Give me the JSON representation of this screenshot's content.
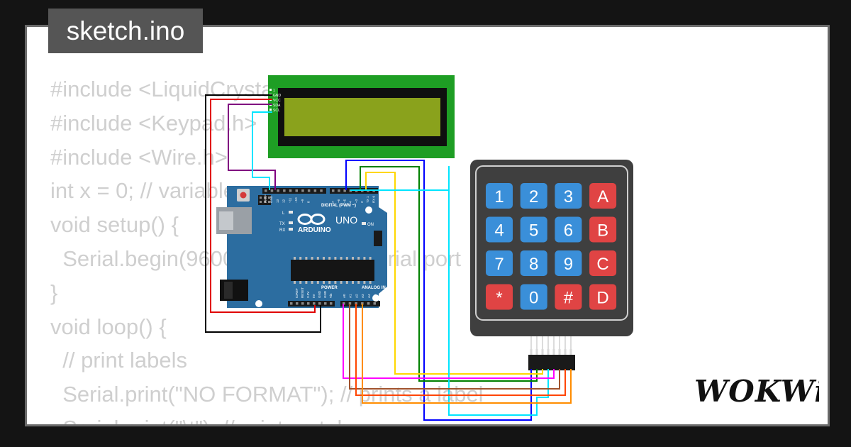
{
  "title": "sketch.ino",
  "code_lines": [
    "#include <LiquidCrystal_I2C.h>",
    "#include <Keypad.h>",
    "#include <Wire.h>",
    "int x = 0; // variable",
    "void setup() {",
    "  Serial.begin(9600); // open the serial port",
    "}",
    "void loop() {",
    "  // print labels",
    "  Serial.print(\"NO FORMAT\"); // prints a label",
    "  Serial.print(\"\\t\"); // prints a tab"
  ],
  "lcd": {
    "pins": [
      "1",
      "GND",
      "VCC",
      "SDA",
      "SCL"
    ]
  },
  "arduino": {
    "brand": "ARDUINO",
    "model": "UNO",
    "digital_label": "DIGITAL (PWM ~)",
    "analog_label": "ANALOG IN",
    "power_label": "POWER",
    "on_label": "ON",
    "l_label": "L",
    "tx_label": "TX",
    "rx_label": "RX",
    "aref_label": "AREF",
    "gnd_label": "GND",
    "digital_pins": [
      "13",
      "12",
      "~11",
      "~10",
      "~9",
      "8",
      "7",
      "~6",
      "~5",
      "4",
      "~3",
      "2",
      "TX 1",
      "RX 0"
    ],
    "power_pins": [
      "IOREF",
      "RESET",
      "3.3V",
      "5V",
      "GND",
      "GND",
      "Vin"
    ],
    "analog_pins": [
      "A0",
      "A1",
      "A2",
      "A3",
      "A4",
      "A5"
    ]
  },
  "keypad": {
    "keys": [
      "1",
      "2",
      "3",
      "A",
      "4",
      "5",
      "6",
      "B",
      "7",
      "8",
      "9",
      "C",
      "*",
      "0",
      "#",
      "D"
    ]
  },
  "logo_text": "WOKWi",
  "colors": {
    "background": "#141414",
    "card": "#ffffff",
    "code_text": "#cfcfcf",
    "title_bg": "#555555",
    "lcd_board": "#1e9e24",
    "lcd_screen": "#8aa21c",
    "arduino_board": "#2c6da0",
    "keypad_body": "#3f3f3f",
    "key_blue": "#3a8fd9",
    "key_red": "#e04444"
  }
}
